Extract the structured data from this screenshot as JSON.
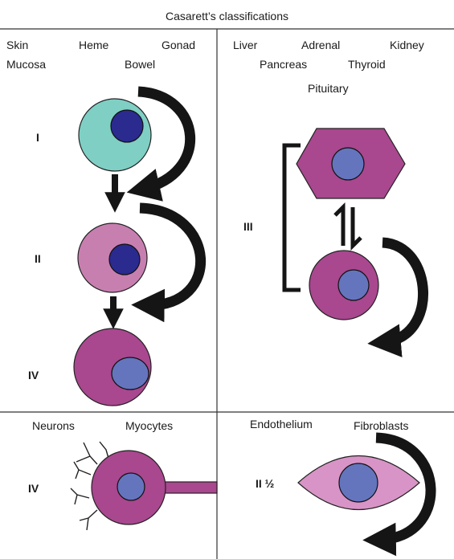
{
  "title": "Casarett’s classifications",
  "top_left": {
    "tissues": [
      "Skin",
      "Heme",
      "Gonad",
      "Mucosa",
      "Bowel"
    ],
    "classes": [
      "I",
      "II",
      "IV"
    ]
  },
  "top_right": {
    "tissues": [
      "Liver",
      "Adrenal",
      "Kidney",
      "Pancreas",
      "Thyroid",
      "Pituitary"
    ],
    "class": "III"
  },
  "bottom_left": {
    "tissues": [
      "Neurons",
      "Myocytes"
    ],
    "class": "IV"
  },
  "bottom_right": {
    "tissues": [
      "Endothelium",
      "Fibroblasts"
    ],
    "class": "II ½"
  },
  "colors": {
    "teal_cell": "#7fcfc4",
    "light_pink_cell": "#c77fb0",
    "magenta_cell": "#a9478f",
    "light_endothelial": "#d894c6",
    "dark_nucleus": "#2b2a8f",
    "light_nucleus": "#6475bd",
    "arrow": "#151515"
  }
}
